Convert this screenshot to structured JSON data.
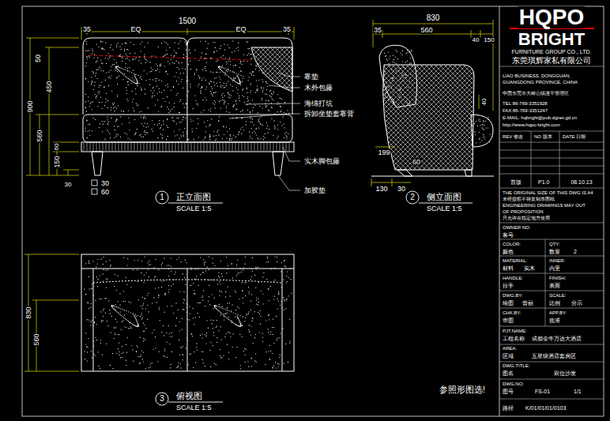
{
  "diagram": {
    "labels": [
      "1500",
      "35",
      "EQ",
      "EQ",
      "35",
      "50",
      "900",
      "560",
      "450",
      "150",
      "60",
      "30",
      "30",
      "60",
      "靠垫",
      "木外包藤",
      "海绵打坑",
      "拆卸坐垫套靠背",
      "实木脚包藤",
      "加胶垫",
      "1",
      "正立面图",
      "SCALE 1:5",
      "830",
      "35",
      "560",
      "40",
      "150",
      "40",
      "199",
      "60",
      "130",
      "30",
      "2",
      "侧立面图",
      "SCALE 1:5",
      "830",
      "560",
      "3",
      "俯视图",
      "SCALE 1:5",
      "参照形图选!",
      "HQPO",
      "BRIGHT",
      "FURNITURE GROUP CO., LTD.",
      "东莞琪辉家私有限公司",
      "LIAO BUSINESS, DONGGUAN,",
      "GUANGDONG PROVINCE, CHINA",
      "中国东莞市大岭山镇连平管理区",
      "TEL:86-769-3351928",
      "FAX:86-769-3351247",
      "E-MAIL: hqbright@pub.dgnet.gd.cn",
      "http://www.hqpo-bright.com",
      "REV 修改",
      "NO 版本",
      "DATE 日期",
      "首版",
      "P1.0",
      "08.10.13",
      "THE ORIGINAL SIZE OF THIS DWG IS A4",
      "未经授权不得复制本图纸",
      "ENGINEERING DRAWINGS MAY OUT",
      "OF PROPOSITION",
      "只允许在指定地方使用",
      "OWNER NO:",
      "客号",
      "COLOR:",
      "QTY:",
      "颜色",
      "数量",
      "2",
      "MATERIAL:",
      "INNER:",
      "材料",
      "实木",
      "内里",
      "HANDLE:",
      "FINISH:",
      "拉手",
      "表面",
      "DWG.BY:",
      "SCALE:",
      "绘图",
      "曾丽",
      "比例",
      "分示",
      "CHK.BY:",
      "APP.BY:",
      "审图",
      "批准",
      "PJT.NAME:",
      "工程名称",
      "成都金牛万达大酒店",
      "AREA:",
      "区域",
      "五星级酒店套房区",
      "DWG.TITLE:",
      "图名",
      "双位沙发",
      "DWG.NO:",
      "图号",
      "FS-01",
      "1/1",
      "路径",
      "K/01/01/01/0103"
    ]
  }
}
